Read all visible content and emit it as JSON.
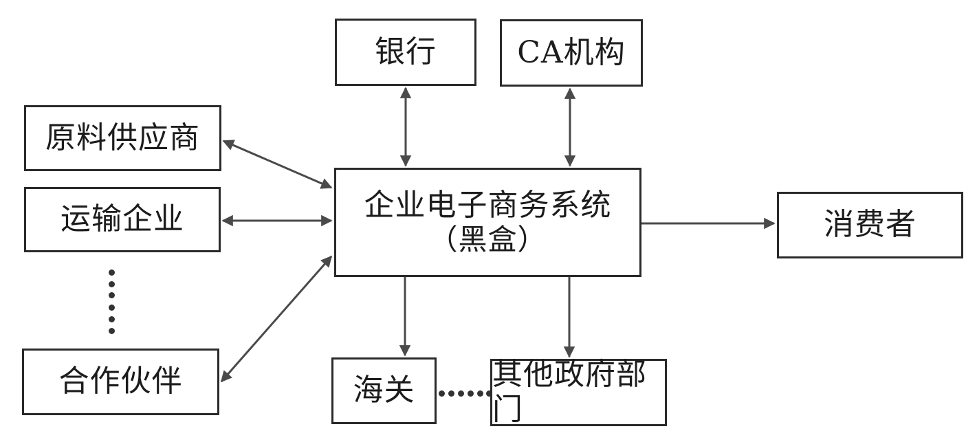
{
  "diagram": {
    "type": "block-diagram",
    "center": {
      "title": "企业电子商务系统",
      "subtitle": "（黑盒）"
    },
    "nodes": {
      "bank": "银行",
      "ca": "CA机构",
      "supplier": "原料供应商",
      "transport": "运输企业",
      "partner": "合作伙伴",
      "consumer": "消费者",
      "customs": "海关",
      "other_gov": "其他政府部门"
    },
    "edges": [
      {
        "from": "bank",
        "to": "center",
        "direction": "bidirectional"
      },
      {
        "from": "ca",
        "to": "center",
        "direction": "bidirectional"
      },
      {
        "from": "supplier",
        "to": "center",
        "direction": "bidirectional"
      },
      {
        "from": "transport",
        "to": "center",
        "direction": "bidirectional"
      },
      {
        "from": "partner",
        "to": "center",
        "direction": "bidirectional"
      },
      {
        "from": "center",
        "to": "consumer",
        "direction": "forward"
      },
      {
        "from": "center",
        "to": "customs",
        "direction": "forward"
      },
      {
        "from": "center",
        "to": "other_gov",
        "direction": "forward"
      }
    ],
    "ellipses": [
      {
        "between": [
          "transport",
          "partner"
        ],
        "orientation": "vertical",
        "dots": 6
      },
      {
        "between": [
          "customs",
          "other_gov"
        ],
        "orientation": "horizontal",
        "dots": 6
      }
    ],
    "colors": {
      "line": "#4a4a4a",
      "border": "#2a2a2a",
      "text": "#1c1c1c"
    }
  }
}
